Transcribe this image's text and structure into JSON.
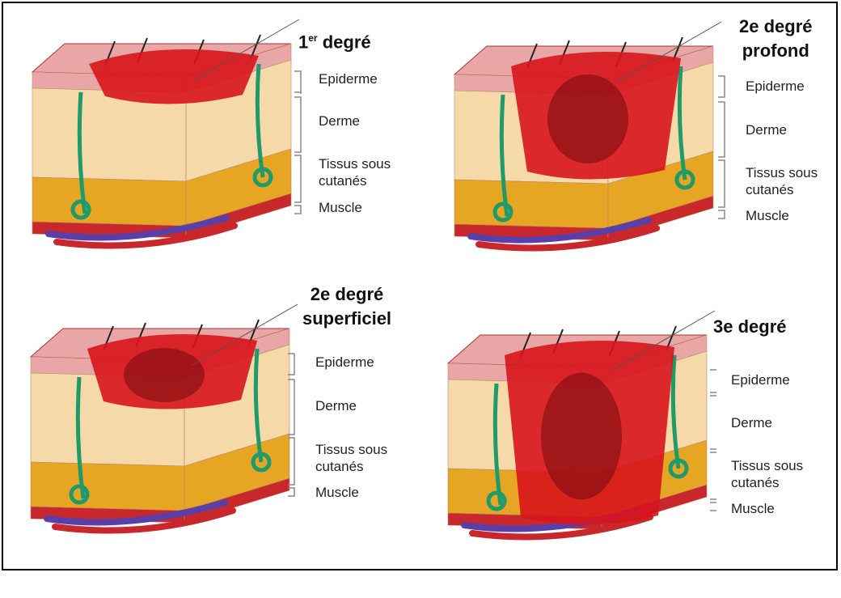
{
  "colors": {
    "burn": "#d8141c",
    "burn_dark": "#7a0b10",
    "epidermis": "#e9a6a6",
    "dermis": "#f5d9a8",
    "fat": "#e6a522",
    "muscle": "#c8272c",
    "vein": "#5a3fa8",
    "gland": "#1f9a6a",
    "bracket": "#888888"
  },
  "panels": [
    {
      "id": "first-degree",
      "title_main": "1",
      "title_sup": "er",
      "title_rest": " degré",
      "labels": {
        "epidermis": "Epiderme",
        "dermis": "Derme",
        "subcutaneous": "Tissus sous\ncutanés",
        "muscle": "Muscle"
      }
    },
    {
      "id": "second-degree-deep",
      "title_line1": "2e degré",
      "title_line2": "profond",
      "labels": {
        "epidermis": "Epiderme",
        "dermis": "Derme",
        "subcutaneous": "Tissus sous\ncutanés",
        "muscle": "Muscle"
      }
    },
    {
      "id": "second-degree-superficial",
      "title_line1": "2e degré",
      "title_line2": "superficiel",
      "labels": {
        "epidermis": "Epiderme",
        "dermis": "Derme",
        "subcutaneous": "Tissus sous\ncutanés",
        "muscle": "Muscle"
      }
    },
    {
      "id": "third-degree",
      "title_line1": "3e degré",
      "labels": {
        "epidermis": "Epiderme",
        "dermis": "Derme",
        "subcutaneous": "Tissus sous\ncutanés",
        "muscle": "Muscle"
      }
    }
  ]
}
